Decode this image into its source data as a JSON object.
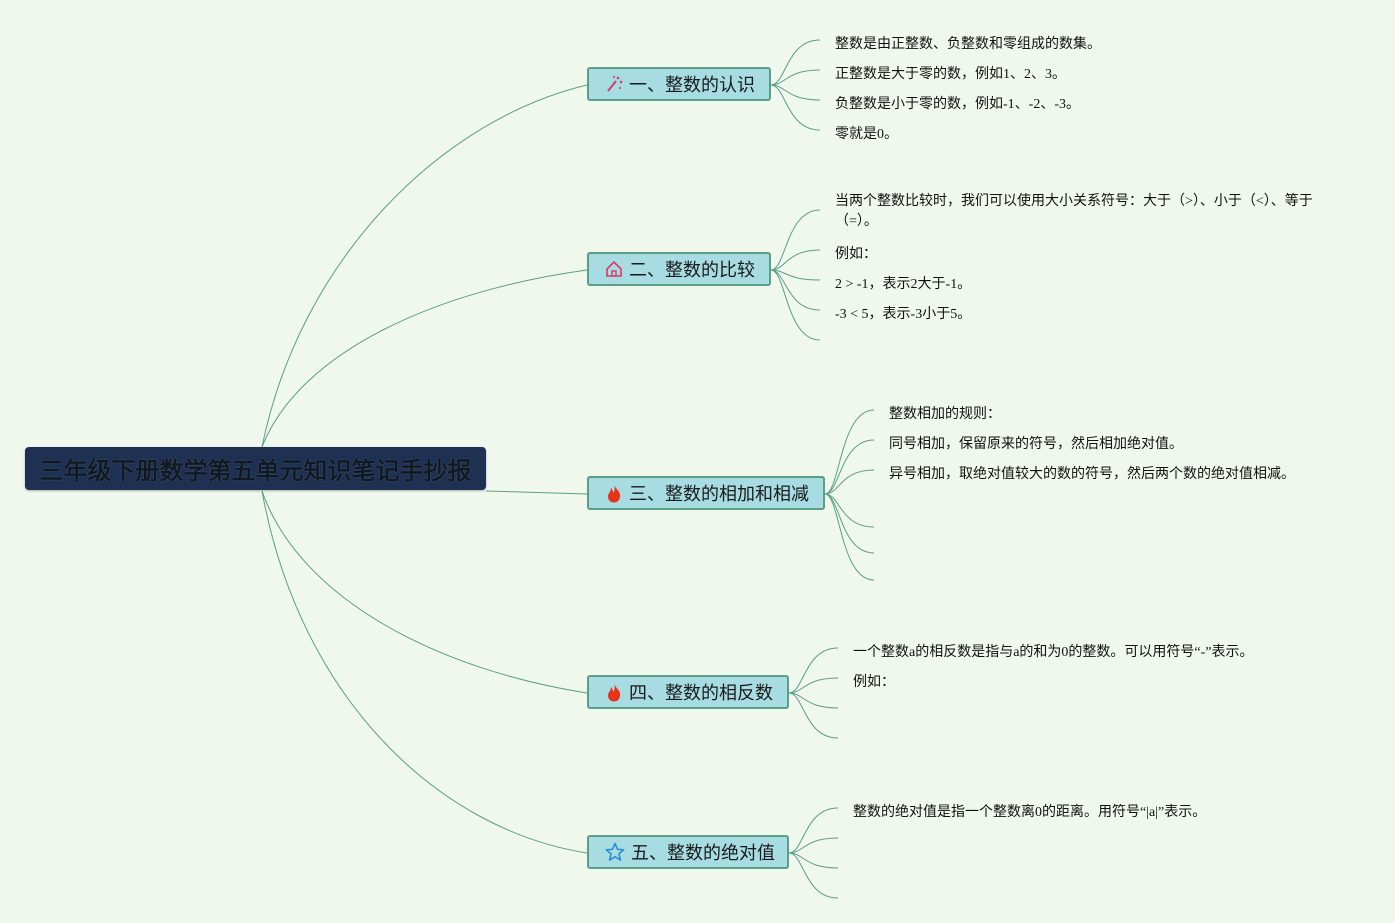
{
  "root": {
    "title": "三年级下册数学第五单元知识笔记手抄报"
  },
  "topics": [
    {
      "label": "一、整数的认识",
      "icon": "magic-wand-icon",
      "items": [
        "整数是由正整数、负整数和零组成的数集。",
        "正整数是大于零的数，例如1、2、3。",
        "负整数是小于零的数，例如-1、-2、-3。",
        "零就是0。"
      ]
    },
    {
      "label": "二、整数的比较",
      "icon": "home-icon",
      "items": [
        "当两个整数比较时，我们可以使用大小关系符号：大于（>）、小于（<）、等于（=）。",
        "例如：",
        "2 > -1，表示2大于-1。",
        "-3 < 5，表示-3小于5。",
        ""
      ]
    },
    {
      "label": "三、整数的相加和相减",
      "icon": "fire-icon",
      "items": [
        "整数相加的规则：",
        "同号相加，保留原来的符号，然后相加绝对值。",
        "异号相加，取绝对值较大的数的符号，然后两个数的绝对值相减。",
        "",
        "",
        ""
      ]
    },
    {
      "label": "四、整数的相反数",
      "icon": "fire-icon",
      "items": [
        "一个整数a的相反数是指与a的和为0的整数。可以用符号“-”表示。",
        "例如：",
        "",
        ""
      ]
    },
    {
      "label": "五、整数的绝对值",
      "icon": "star-icon",
      "items": [
        "整数的绝对值是指一个整数离0的距离。用符号“|a|”表示。",
        "",
        "",
        ""
      ]
    }
  ],
  "colors": {
    "background": "#f0f8ee",
    "edge": "#5a9e86",
    "topic_fill": "#a6dce2",
    "root_fill": "#1f3152"
  }
}
